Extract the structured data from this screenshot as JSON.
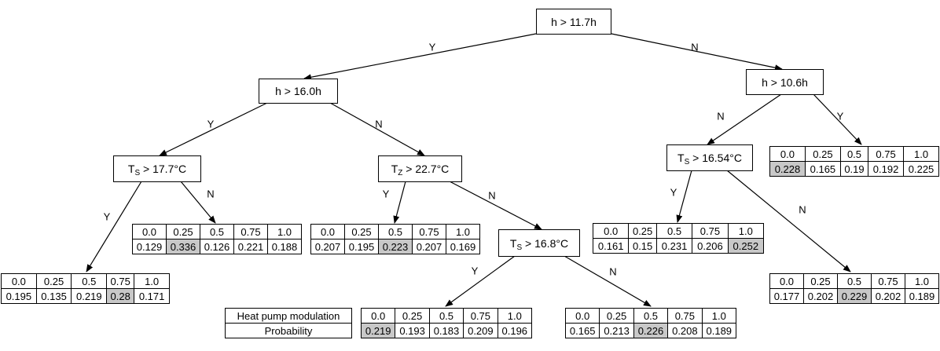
{
  "nodes": {
    "n1": "h > 11.7h",
    "n2": "h > 16.0h",
    "n3": "h > 10.6h",
    "n4": {
      "var": "T",
      "sub": "S",
      "cond": " > 17.7°C"
    },
    "n5": {
      "var": "T",
      "sub": "Z",
      "cond": " > 22.7°C"
    },
    "n6": {
      "var": "T",
      "sub": "S",
      "cond": " > 16.54°C"
    },
    "n7": {
      "var": "T",
      "sub": "S",
      "cond": " > 16.8°C"
    }
  },
  "edge_labels": {
    "n1_y": "Y",
    "n1_n": "N",
    "n2_y": "Y",
    "n2_n": "N",
    "n3_n": "N",
    "n3_y": "Y",
    "n4_y": "Y",
    "n4_n": "N",
    "n5_y": "Y",
    "n5_n": "N",
    "n6_y": "Y",
    "n6_n": "N",
    "n7_y": "Y",
    "n7_n": "N"
  },
  "legend": {
    "row1": "Heat pump modulation",
    "row2": "Probability"
  },
  "modulation_levels": [
    "0.0",
    "0.25",
    "0.5",
    "0.75",
    "1.0"
  ],
  "leaves": {
    "leaf1": {
      "probs": [
        "0.195",
        "0.135",
        "0.219",
        "0.28",
        "0.171"
      ],
      "max_index": 3
    },
    "leaf2": {
      "probs": [
        "0.129",
        "0.336",
        "0.126",
        "0.221",
        "0.188"
      ],
      "max_index": 1
    },
    "leaf3": {
      "probs": [
        "0.207",
        "0.195",
        "0.223",
        "0.207",
        "0.169"
      ],
      "max_index": 2
    },
    "leaf4": {
      "probs": [
        "0.219",
        "0.193",
        "0.183",
        "0.209",
        "0.196"
      ],
      "max_index": 0
    },
    "leaf5": {
      "probs": [
        "0.165",
        "0.213",
        "0.226",
        "0.208",
        "0.189"
      ],
      "max_index": 2
    },
    "leaf6": {
      "probs": [
        "0.161",
        "0.15",
        "0.231",
        "0.206",
        "0.252"
      ],
      "max_index": 4
    },
    "leaf7": {
      "probs": [
        "0.228",
        "0.165",
        "0.19",
        "0.192",
        "0.225"
      ],
      "max_index": 0
    },
    "leaf8": {
      "probs": [
        "0.177",
        "0.202",
        "0.229",
        "0.202",
        "0.189"
      ],
      "max_index": 2
    }
  },
  "colors": {
    "highlight": "#c8c8c8",
    "line": "#000000",
    "background": "#ffffff"
  }
}
